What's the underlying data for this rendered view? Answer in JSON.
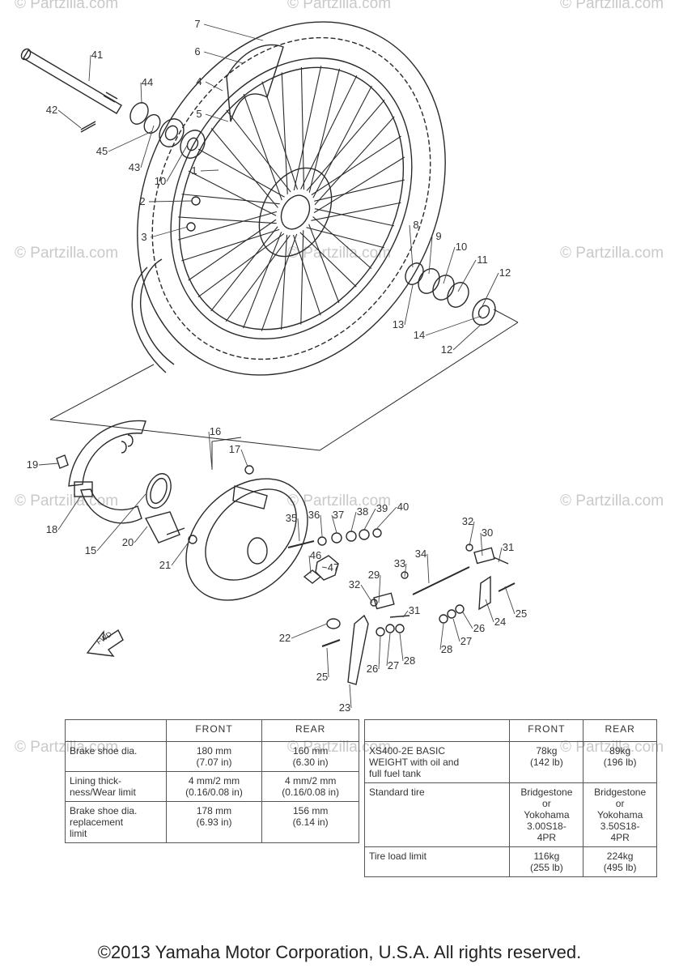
{
  "watermark": "© Partzilla.com",
  "callouts": [
    "1",
    "2",
    "3",
    "4",
    "5",
    "6",
    "7",
    "8",
    "9",
    "10",
    "10",
    "11",
    "12",
    "12",
    "13",
    "14",
    "15",
    "16",
    "17",
    "18",
    "19",
    "20",
    "21",
    "22",
    "23",
    "24",
    "25",
    "25",
    "26",
    "26",
    "27",
    "27",
    "28",
    "28",
    "29",
    "30",
    "31",
    "31",
    "32",
    "32",
    "33",
    "34",
    "35",
    "36",
    "37",
    "38",
    "39",
    "40",
    "41",
    "42",
    "43",
    "44",
    "45",
    "46",
    "47"
  ],
  "fwd_label": "FWD",
  "brake_table": {
    "col_front": "FRONT",
    "col_rear": "REAR",
    "rows": [
      {
        "label": "Brake shoe dia.",
        "front": "180 mm\n(7.07 in)",
        "rear": "160 mm\n(6.30 in)"
      },
      {
        "label": "Lining thick-\nness/Wear limit",
        "front": "4 mm/2 mm\n(0.16/0.08 in)",
        "rear": "4 mm/2 mm\n(0.16/0.08 in)"
      },
      {
        "label": "Brake shoe dia.\nreplacement\nlimit",
        "front": "178 mm\n(6.93 in)",
        "rear": "156 mm\n(6.14 in)"
      }
    ]
  },
  "weight_table": {
    "col_front": "FRONT",
    "col_rear": "REAR",
    "rows": [
      {
        "label": "XS400-2E BASIC\nWEIGHT with oil and\nfull fuel tank",
        "front": "78kg\n(142 lb)",
        "rear": "89kg\n(196 lb)"
      },
      {
        "label": "Standard tire",
        "front": "Bridgestone\nor\nYokohama\n3.00S18-\n4PR",
        "rear": "Bridgestone\nor\nYokohama\n3.50S18-\n4PR"
      },
      {
        "label": "Tire load limit",
        "front": "116kg\n(255 lb)",
        "rear": "224kg\n(495 lb)"
      }
    ]
  },
  "copyright": "©2013 Yamaha Motor Corporation, U.S.A. All rights reserved."
}
